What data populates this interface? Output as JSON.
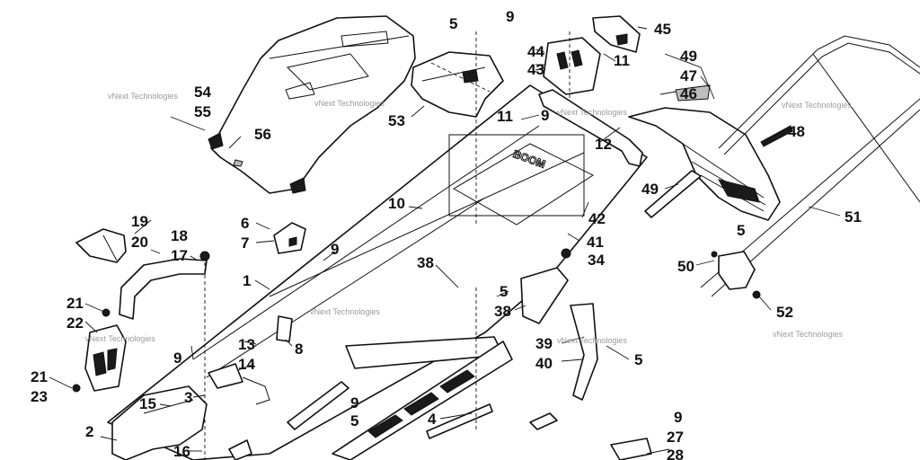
{
  "diagram": {
    "callouts": [
      "1",
      "2",
      "3",
      "4",
      "5",
      "6",
      "7",
      "8",
      "9",
      "10",
      "11",
      "12",
      "13",
      "14",
      "15",
      "16",
      "17",
      "18",
      "19",
      "20",
      "21",
      "22",
      "23",
      "27",
      "28",
      "34",
      "38",
      "39",
      "40",
      "41",
      "42",
      "43",
      "44",
      "45",
      "46",
      "47",
      "48",
      "49",
      "50",
      "51",
      "52",
      "53",
      "54",
      "55",
      "56"
    ],
    "watermark": "vNext Technologies"
  }
}
